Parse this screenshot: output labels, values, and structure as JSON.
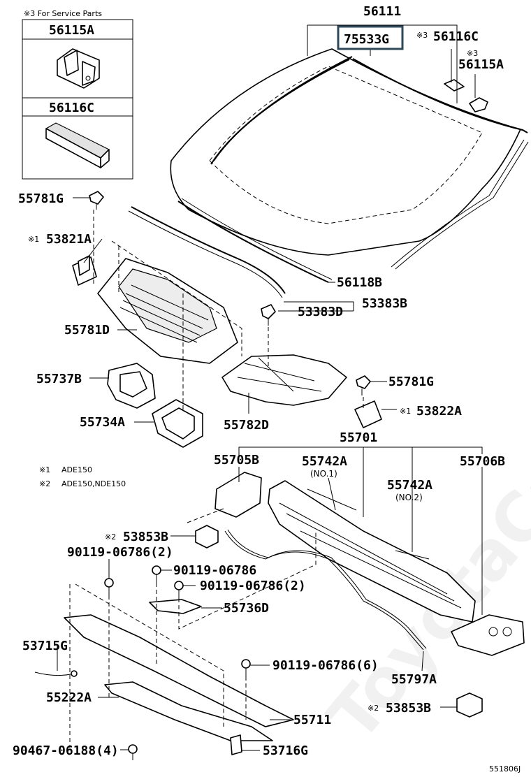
{
  "service_parts_box": {
    "title": "※3 For Service Parts",
    "items": [
      "56115A",
      "56116C"
    ]
  },
  "notes": [
    {
      "mark": "※1",
      "text": "ADE150"
    },
    {
      "mark": "※2",
      "text": "ADE150,NDE150"
    }
  ],
  "labels": {
    "p56111": "56111",
    "p75533G": "75533G",
    "m56116C": "※3",
    "p56116C": "56116C",
    "m56115A": "※3",
    "p56115A": "56115A",
    "p55781G_top": "55781G",
    "m53821A": "※1",
    "p53821A": "53821A",
    "p56118B": "56118B",
    "p53383D": "53383D",
    "p53383B": "53383B",
    "p55781D": "55781D",
    "p55737B": "55737B",
    "p55781G_mid": "55781G",
    "m53822A": "※1",
    "p53822A": "53822A",
    "p55734A": "55734A",
    "p55782D": "55782D",
    "p55701": "55701",
    "p55705B": "55705B",
    "p55742A_1": "55742A",
    "no1": "(NO.1)",
    "p55742A_2": "55742A",
    "no2": "(NO.2)",
    "p55706B": "55706B",
    "m53853B_top": "※2",
    "p53853B_top": "53853B",
    "p90119_a": "90119-06786(2)",
    "p90119_b": "90119-06786",
    "p90119_c": "90119-06786(2)",
    "p55736D": "55736D",
    "p53715G": "53715G",
    "p90119_d": "90119-06786(6)",
    "p55797A": "55797A",
    "p55222A": "55222A",
    "m53853B_bot": "※2",
    "p53853B_bot": "53853B",
    "p55711": "55711",
    "p90467": "90467-06188(4)",
    "p53716G": "53716G",
    "ref": "551806J"
  },
  "highlight_color": "#30495a"
}
